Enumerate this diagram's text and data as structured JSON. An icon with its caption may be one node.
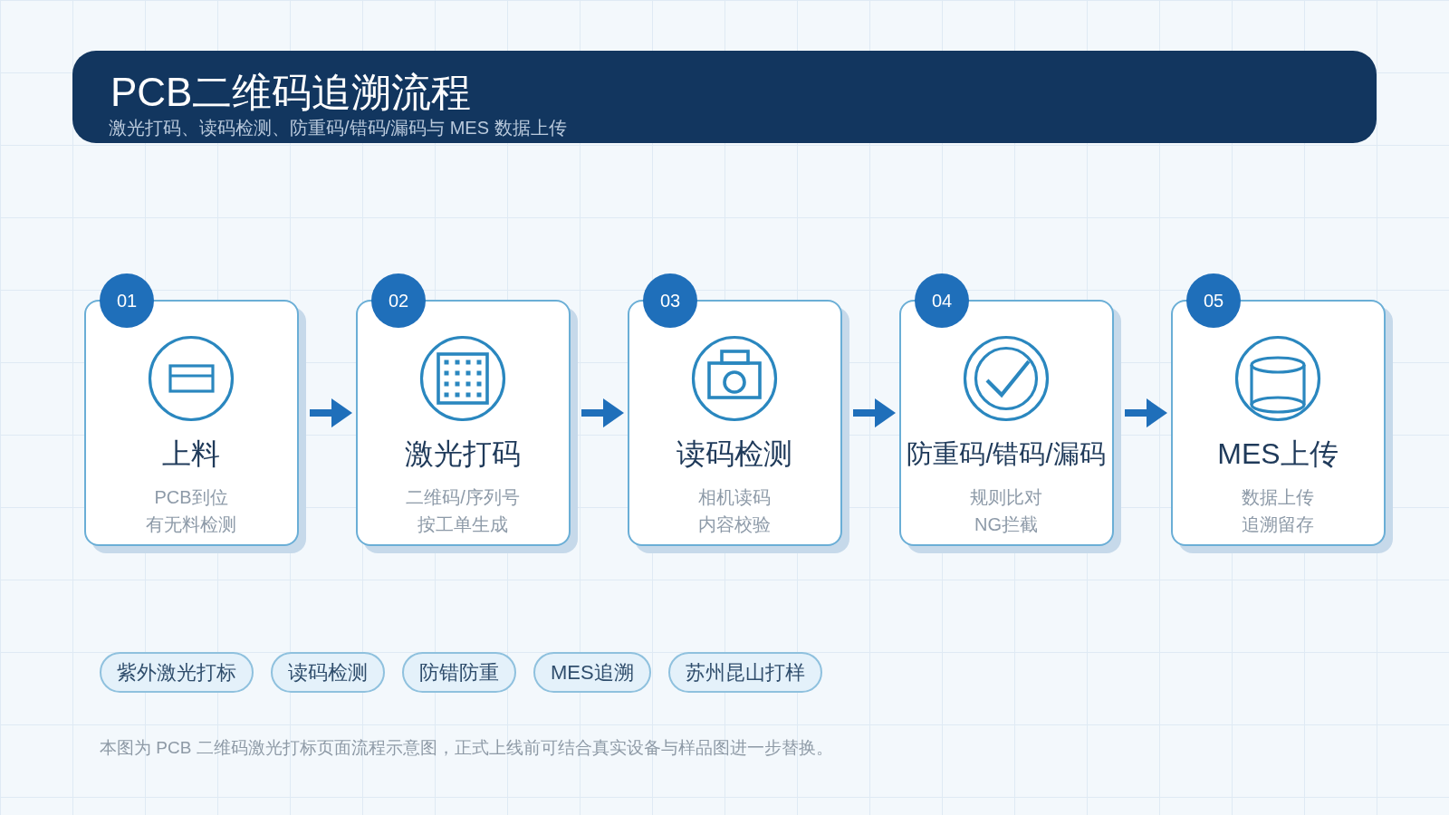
{
  "diagram": {
    "title": "PCB二维码追溯流程",
    "nodes": [
      {
        "text": [
          "01",
          "上料",
          "PCB到位",
          "有无料检测"
        ]
      },
      {
        "text": [
          "02",
          "激光打码",
          "二维码/序列号",
          "按工单生成"
        ]
      },
      {
        "text": [
          "03",
          "读码检测",
          "相机读码",
          "内容校验"
        ]
      },
      {
        "text": [
          "04",
          "防重码/错码/漏码",
          "规则比对",
          "NG拦截"
        ]
      },
      {
        "text": [
          "05",
          "MES上传",
          "数据上传",
          "追溯留存"
        ]
      },
      {
        "text": [
          "紫外激光打标"
        ]
      },
      {
        "text": [
          "读码检测"
        ]
      },
      {
        "text": [
          "防错防重"
        ]
      },
      {
        "text": [
          "MES追溯"
        ]
      },
      {
        "text": [
          "苏州昆山打样"
        ]
      }
    ],
    "edges": [
      {
        "from": 0,
        "to": 1,
        "arrow": "to"
      },
      {
        "from": 1,
        "to": 2,
        "arrow": "to"
      },
      {
        "from": 2,
        "to": 3,
        "arrow": "to"
      },
      {
        "from": 3,
        "to": 4,
        "arrow": "to"
      }
    ],
    "labels": [
      "激光打码、读码检测、防重码/错码/漏码与 MES 数据上传"
    ],
    "caption": "本图为 PCB 二维码激光打标页面流程示意图，正式上线前可结合真实设备与样品图进一步替换。"
  }
}
